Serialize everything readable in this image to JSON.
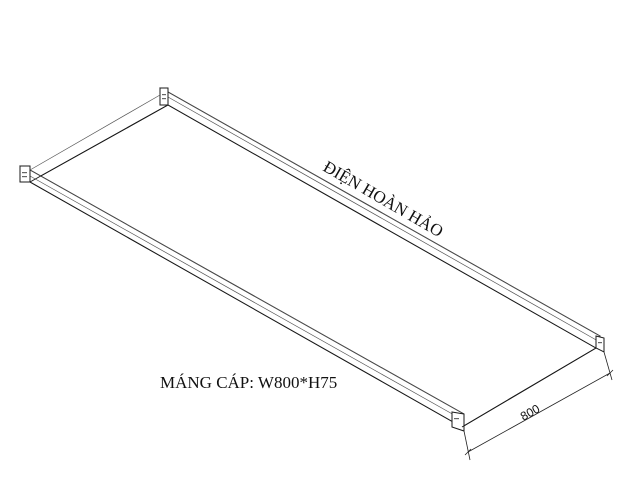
{
  "drawing": {
    "brand": "ĐIỆN HOÀN HẢO",
    "caption": "MÁNG CÁP: W800*H75",
    "width_dimension": "800"
  },
  "colors": {
    "line": "#1a1a1a",
    "background": "#ffffff"
  }
}
